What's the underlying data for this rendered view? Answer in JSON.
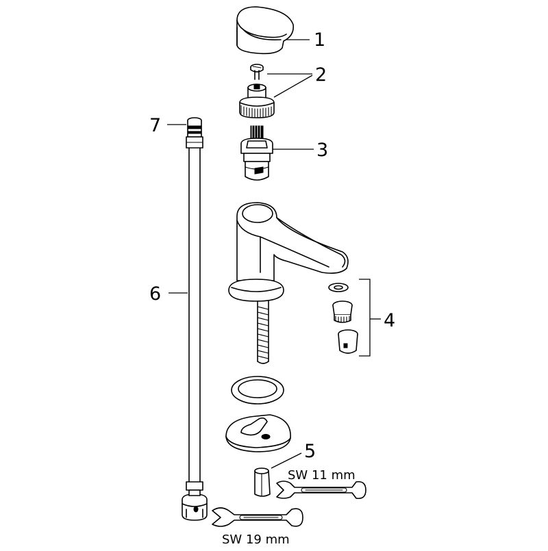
{
  "callouts": [
    {
      "id": "1",
      "label": "1"
    },
    {
      "id": "2",
      "label": "2"
    },
    {
      "id": "3",
      "label": "3"
    },
    {
      "id": "4",
      "label": "4"
    },
    {
      "id": "5",
      "label": "5"
    },
    {
      "id": "6",
      "label": "6"
    },
    {
      "id": "7",
      "label": "7"
    }
  ],
  "wrenches": {
    "small": "SW 11 mm",
    "large": "SW 19 mm"
  }
}
